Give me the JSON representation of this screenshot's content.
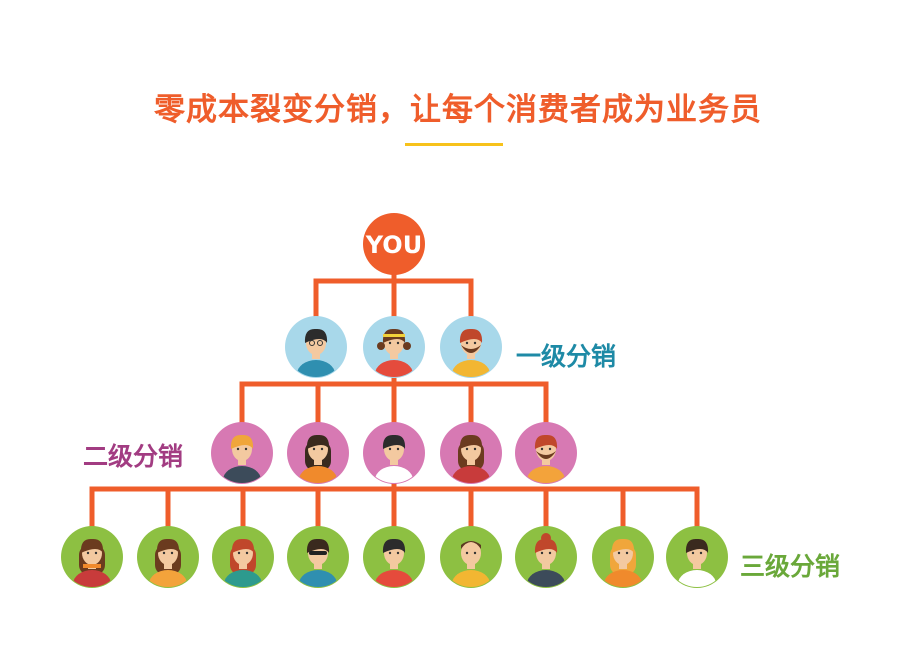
{
  "title": "零成本裂变分销，让每个消费者成为业务员",
  "root": {
    "label": "YOU",
    "color": "#ef5d2b"
  },
  "levels": [
    {
      "label": "一级分销",
      "label_color": "#1e8aa6",
      "node_color": "#a8d8ea",
      "avatars": [
        "man-glasses-avatar",
        "girl-headband-avatar",
        "man-beard-avatar"
      ]
    },
    {
      "label": "二级分销",
      "label_color": "#a23c82",
      "node_color": "#d779b3",
      "avatars": [
        "man-avatar",
        "woman-long-hair-avatar",
        "man-suit-avatar",
        "woman-avatar",
        "man-beard-avatar"
      ]
    },
    {
      "label": "三级分销",
      "label_color": "#6aa83a",
      "node_color": "#8dc042",
      "avatars": [
        "woman-scarf-avatar",
        "woman-curly-avatar",
        "woman-redhead-avatar",
        "man-sunglasses-avatar",
        "man-avatar",
        "man-bald-avatar",
        "woman-bun-avatar",
        "woman-blonde-avatar",
        "woman-bob-avatar"
      ]
    }
  ],
  "colors": {
    "connector": "#ef5d2b",
    "title": "#ef5d2b",
    "underline": "#f7c21b"
  }
}
